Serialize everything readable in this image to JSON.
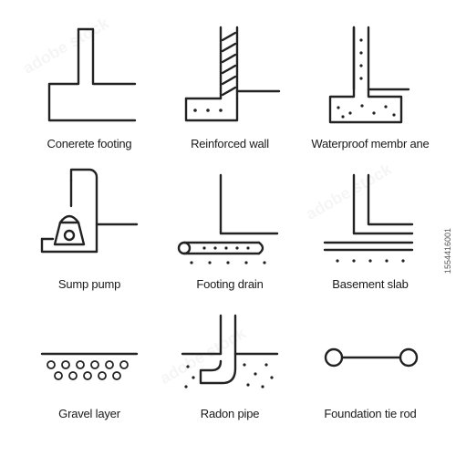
{
  "icons": [
    {
      "label": "Conerete footing",
      "icon": "concrete-footing-icon"
    },
    {
      "label": "Reinforced wall",
      "icon": "reinforced-wall-icon"
    },
    {
      "label": "Waterproof membr ane",
      "icon": "waterproof-membrane-icon"
    },
    {
      "label": "Sump pump",
      "icon": "sump-pump-icon"
    },
    {
      "label": "Footing drain",
      "icon": "footing-drain-icon"
    },
    {
      "label": "Basement slab",
      "icon": "basement-slab-icon"
    },
    {
      "label": "Gravel layer",
      "icon": "gravel-layer-icon"
    },
    {
      "label": "Radon pipe",
      "icon": "radon-pipe-icon"
    },
    {
      "label": "Foundation tie rod",
      "icon": "foundation-tie-rod-icon"
    }
  ],
  "watermark": {
    "stock_id": "1554416001",
    "brand": "adobe stock"
  },
  "colors": {
    "line": "#222222",
    "background": "#ffffff"
  }
}
